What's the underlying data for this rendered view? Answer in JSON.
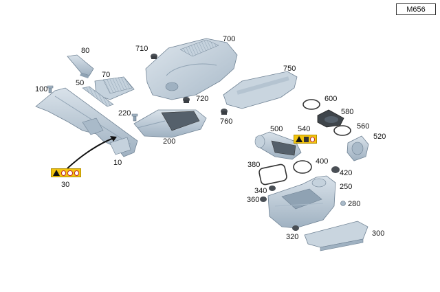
{
  "model_code": "M656",
  "callouts": {
    "p10": "10",
    "p30": "30",
    "p50": "50",
    "p70": "70",
    "p80": "80",
    "p100": "100",
    "p200": "200",
    "p220": "220",
    "p250": "250",
    "p280": "280",
    "p300": "300",
    "p320": "320",
    "p340": "340",
    "p360": "360",
    "p380": "380",
    "p400": "400",
    "p420": "420",
    "p500": "500",
    "p520": "520",
    "p540": "540",
    "p560": "560",
    "p580": "580",
    "p600": "600",
    "p700": "700",
    "p710": "710",
    "p720": "720",
    "p750": "750",
    "p760": "760"
  },
  "colors": {
    "part_fill": "#b9c8d6",
    "part_light": "#d4dee7",
    "part_dark": "#8fa2b3",
    "part_stroke": "#6f8294",
    "rubber": "#4a4f55",
    "warning": "#f2c40f"
  },
  "icons": {
    "warning_label_30": "warning-sticker-icon",
    "warning_label_540": "warning-sticker-icon"
  }
}
